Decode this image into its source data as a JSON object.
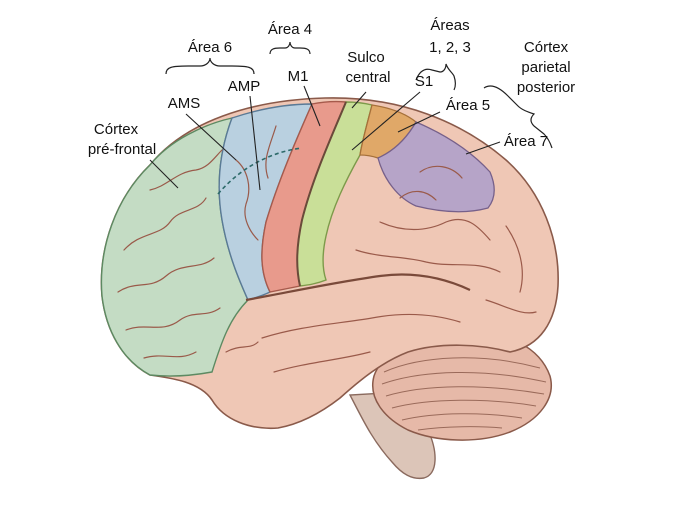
{
  "labels": {
    "area6": "Área 6",
    "area4": "Área 4",
    "areas123_line1": "Áreas",
    "areas123_line2": "1, 2, 3",
    "posterior_parietal_line1": "Córtex",
    "posterior_parietal_line2": "parietal",
    "posterior_parietal_line3": "posterior",
    "sulco_line1": "Sulco",
    "sulco_line2": "central",
    "amp": "AMP",
    "ams": "AMS",
    "m1": "M1",
    "s1": "S1",
    "area5": "Área 5",
    "area7": "Área 7",
    "prefrontal_line1": "Córtex",
    "prefrontal_line2": "pré-frontal"
  },
  "colors": {
    "prefrontal": "#c4dcc4",
    "premotor": "#b9d0e0",
    "motor_m1": "#e89a8c",
    "somatosensory_s1": "#c9df98",
    "area5": "#e0a868",
    "area7": "#b6a4c8",
    "cortex_rest": "#efc7b5",
    "cerebellum": "#e6b9a8",
    "brainstem": "#dcc5b8",
    "sulcus_lines": "#9a5a4a",
    "leader_lines": "#222222"
  }
}
